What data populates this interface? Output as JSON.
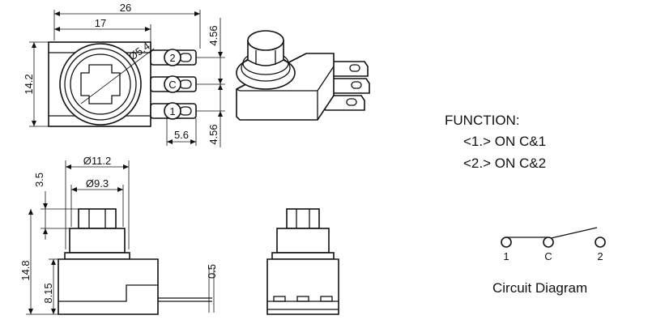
{
  "colors": {
    "line": "#111111",
    "background": "#ffffff"
  },
  "top_view": {
    "dim_overall_width": "26",
    "dim_body_width": "17",
    "dim_height": "14.2",
    "dim_bezel_diameter": "Ø5.4",
    "dim_pin_pitch_top": "4.56",
    "dim_pin_pitch_bottom": "4.56",
    "dim_pin_length": "5.6",
    "terminal_labels": [
      "2",
      "C",
      "1"
    ]
  },
  "front_view": {
    "dim_outer_diameter": "Ø11.2",
    "dim_inner_diameter": "Ø9.3",
    "dim_button_height": "3.5",
    "dim_total_height": "14.8",
    "dim_base_height": "8.15",
    "dim_pin_thickness": "0.5"
  },
  "function": {
    "title": "FUNCTION:",
    "lines": [
      "<1.> ON C&1",
      "<2.> ON C&2"
    ]
  },
  "circuit": {
    "pin_labels": [
      "1",
      "C",
      "2"
    ],
    "caption": "Circuit Diagram"
  }
}
